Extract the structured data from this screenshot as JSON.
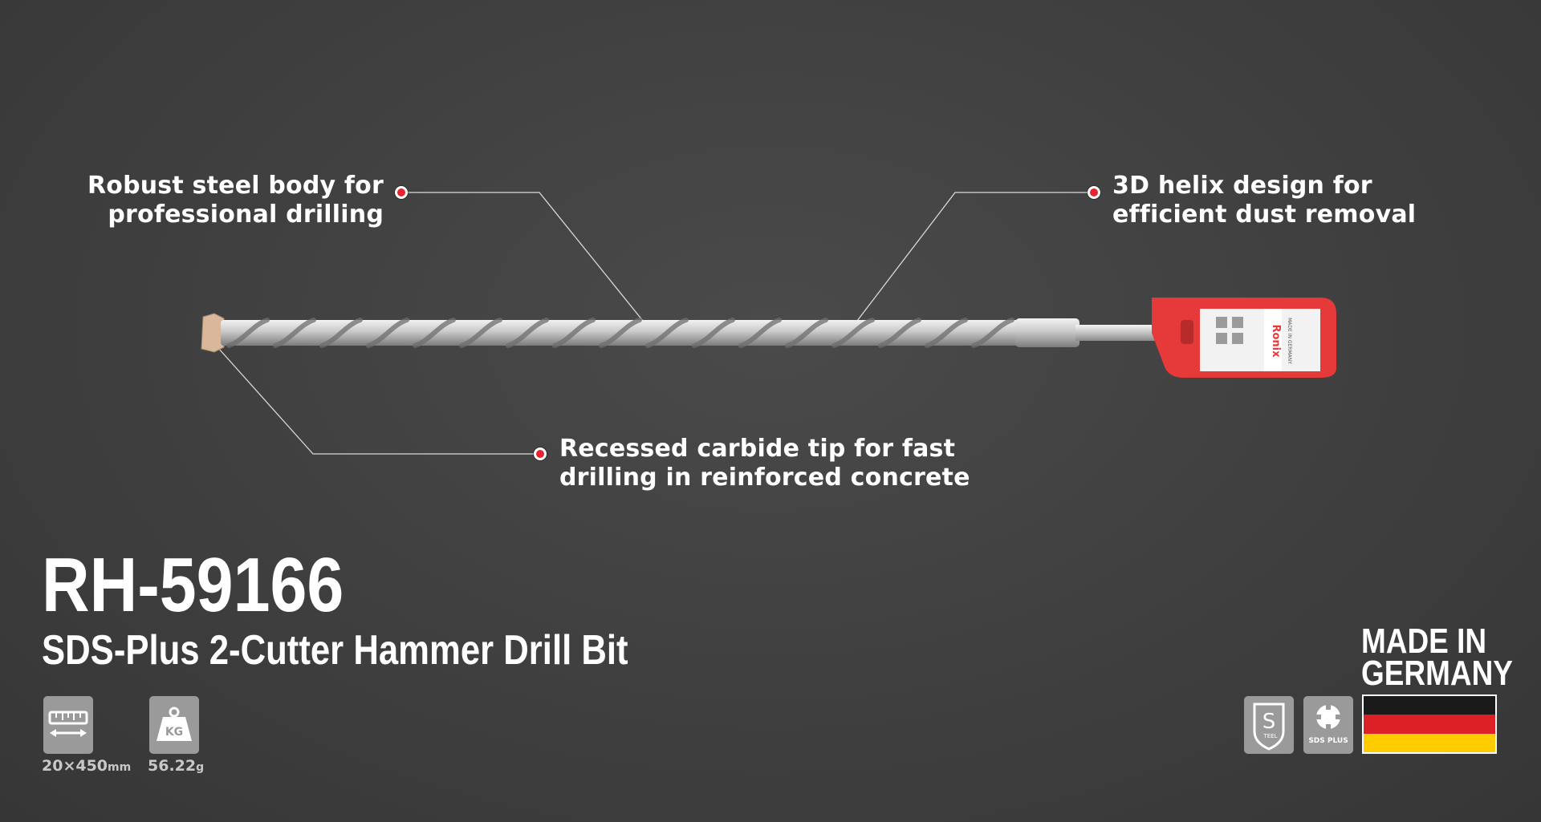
{
  "callouts": {
    "steel_body": [
      "Robust steel body for",
      "professional drilling"
    ],
    "helix": [
      "3D helix design for",
      "efficient dust removal"
    ],
    "carbide_tip": [
      "Recessed carbide tip for fast",
      "drilling in reinforced concrete"
    ]
  },
  "product": {
    "model": "RH-59166",
    "name": "SDS-Plus 2-Cutter Hammer Drill Bit"
  },
  "packaging": {
    "brand": "Ronix",
    "origin_text": "MADE IN GERMANY"
  },
  "specs": {
    "dimensions_value": "20×450",
    "dimensions_unit": "mm",
    "weight_value": "56.22",
    "weight_unit": "g",
    "weight_icon_text": "KG",
    "dimensions_icon": "ruler-icon",
    "weight_icon": "weight-icon"
  },
  "badges": {
    "steel_letter": "S",
    "steel_text": "TEEL",
    "sds_text": "SDS PLUS"
  },
  "made_in": {
    "line1": "MADE IN",
    "line2": "GERMANY"
  },
  "colors": {
    "background": "#404040",
    "accent_red": "#e8232f",
    "package_red": "#e5393a",
    "flag_black": "#1a1a1a",
    "flag_red": "#dd1f26",
    "flag_gold": "#ffcc00"
  }
}
